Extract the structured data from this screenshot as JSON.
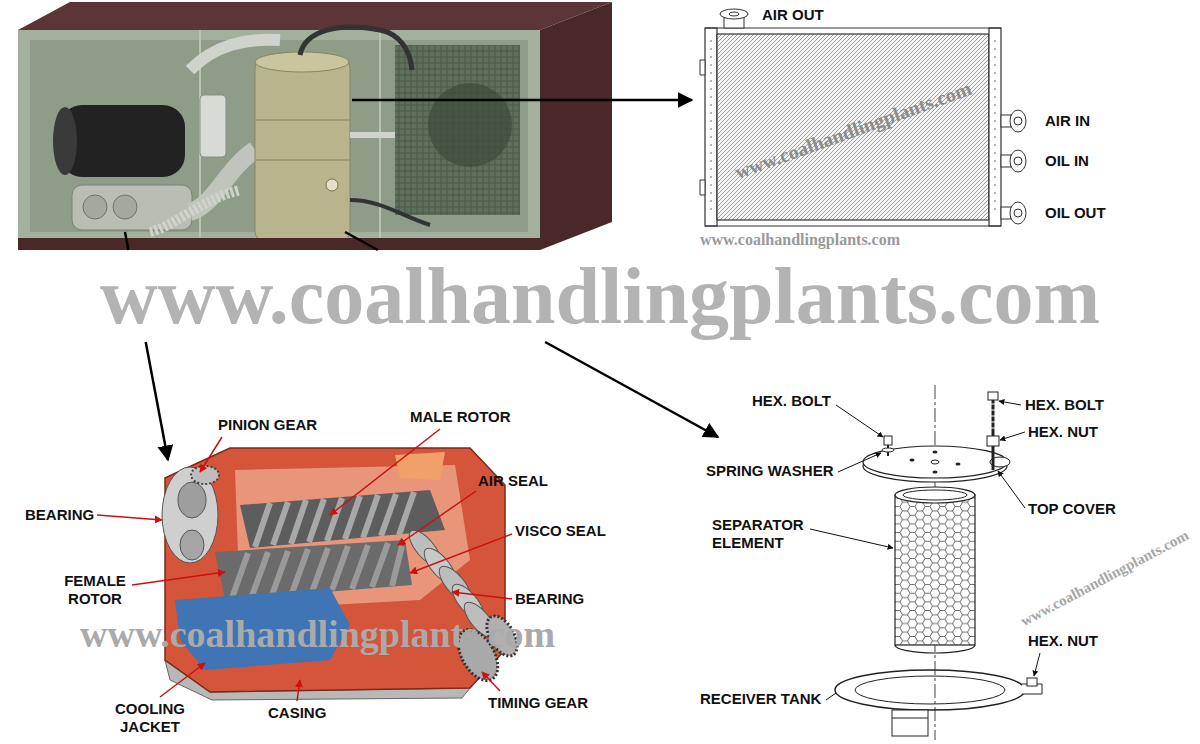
{
  "diagram": {
    "labels": [
      "AIR OUT",
      "AIR IN",
      "OIL IN",
      "OIL OUT",
      "www.coalhandlingplants.com",
      "www.coalhandlingplants.com",
      "www.coalhandlingplants.com",
      "PINION GEAR",
      "MALE ROTOR",
      "AIR SEAL",
      "VISCO SEAL",
      "BEARING",
      "BEARING",
      "FEMALE ROTOR",
      "COOLING JACKET",
      "CASING",
      "TIMING GEAR",
      "www.coalhandlingplants.com",
      "HEX. BOLT",
      "HEX. BOLT",
      "HEX. NUT",
      "SPRING WASHER",
      "TOP COVER",
      "SEPARATOR ELEMENT",
      "HEX. NUT",
      "RECEIVER TANK",
      "www.coalhandlingplants.com"
    ]
  }
}
